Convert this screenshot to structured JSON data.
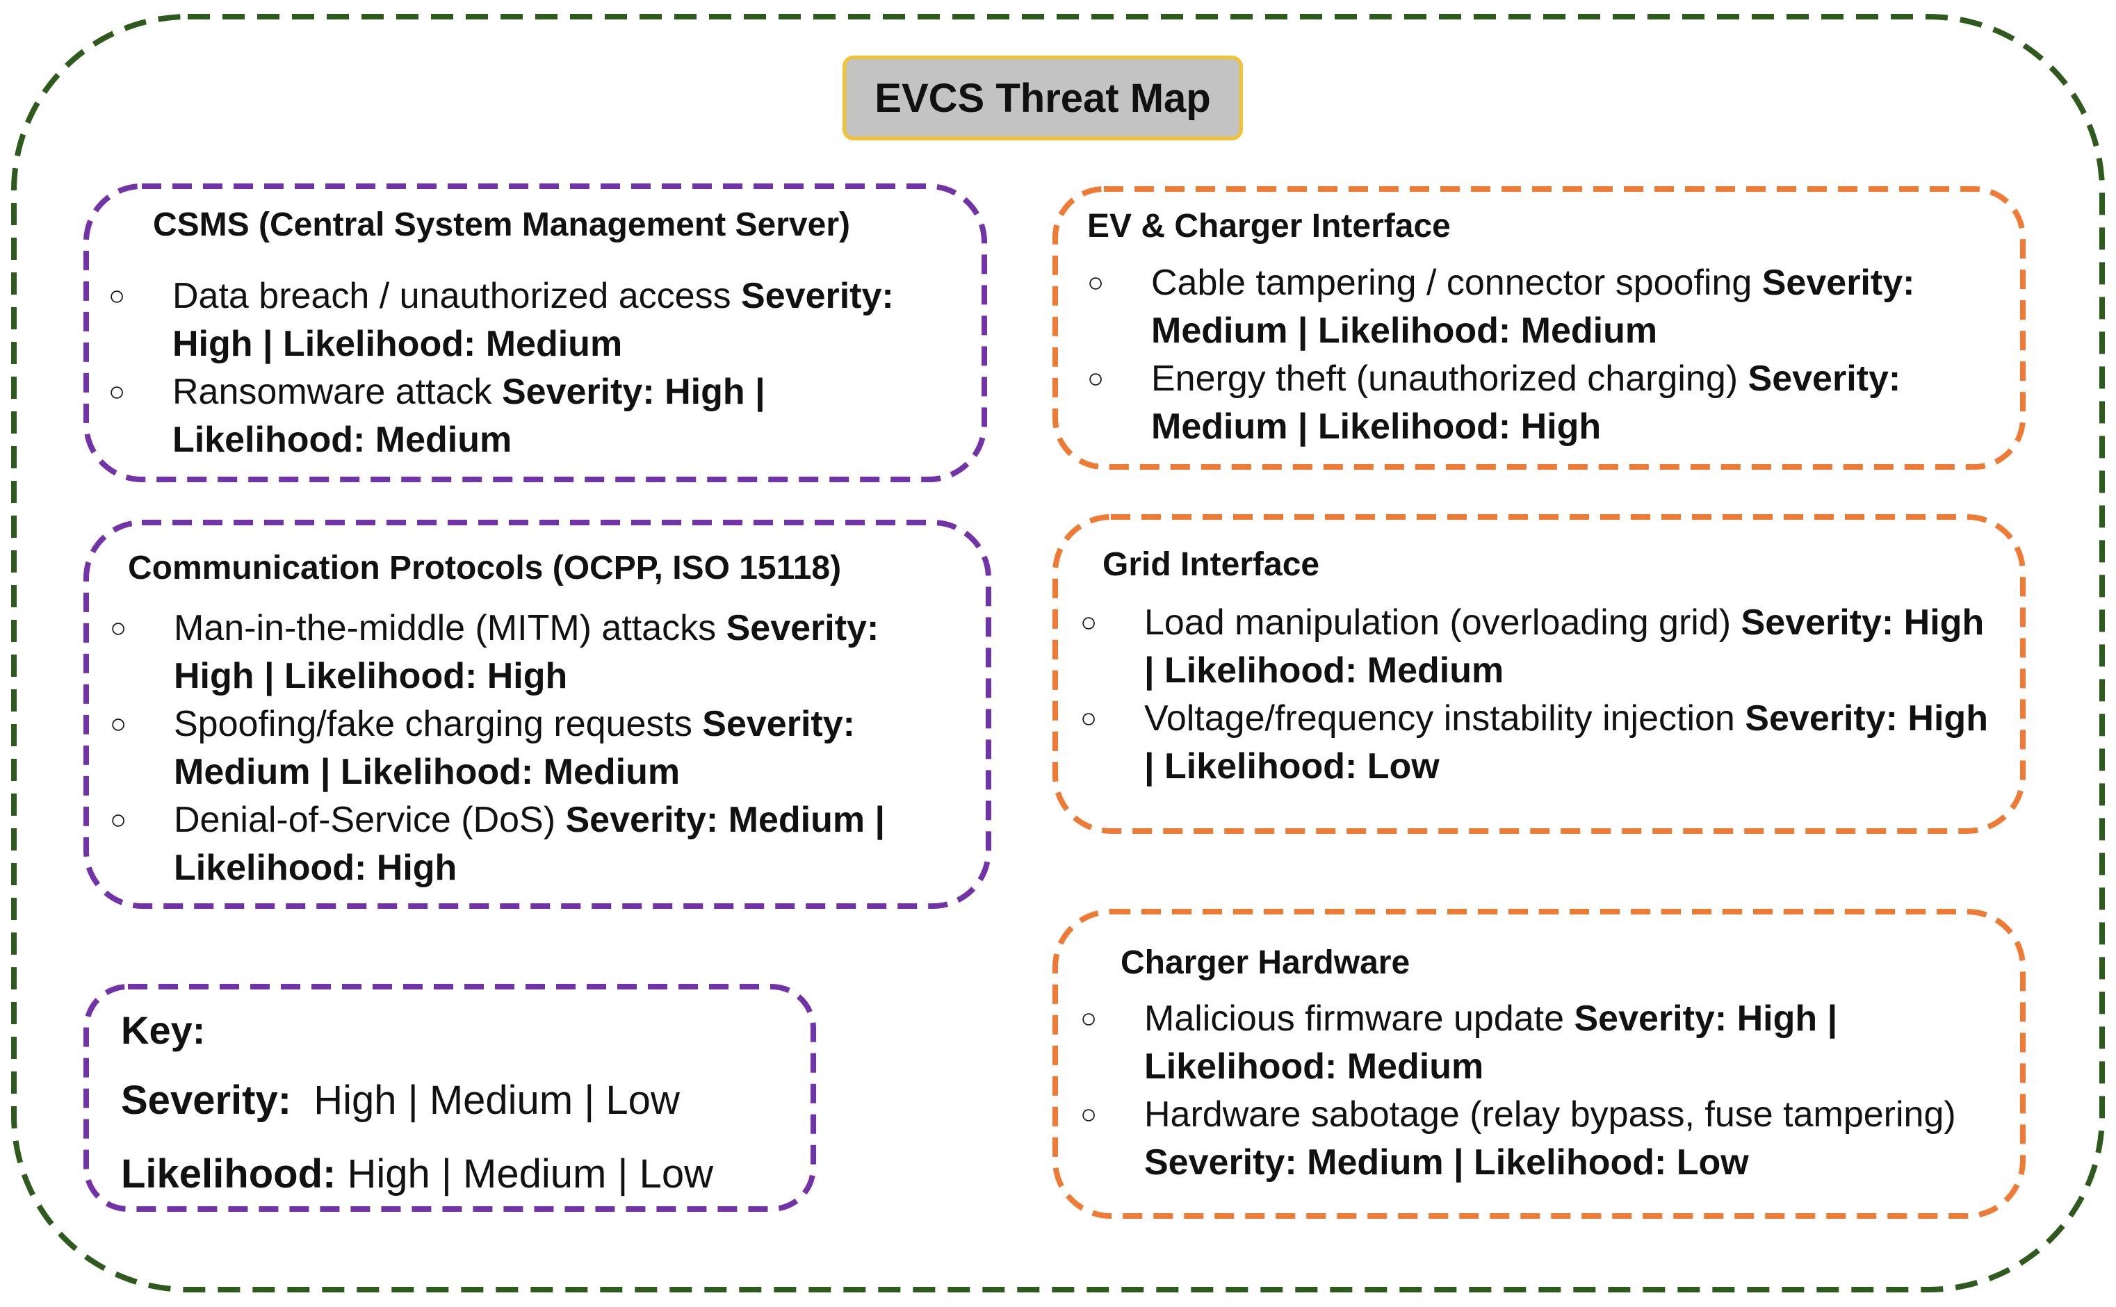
{
  "title": "EVCS Threat Map",
  "colors": {
    "outer_frame": "#2f5a1d",
    "software_boxes": "#7232a8",
    "physical_boxes": "#ee7a33",
    "title_fill": "#c3c3c3",
    "title_border": "#f2c230"
  },
  "bullet_symbol": "○",
  "boxes": {
    "csms": {
      "heading": "CSMS (Central System Management Server)",
      "items": [
        {
          "text": "Data breach / unauthorized access ",
          "rating": "Severity: High | Likelihood: Medium"
        },
        {
          "text": "Ransomware attack ",
          "rating": "Severity: High | Likelihood: Medium"
        }
      ]
    },
    "comm": {
      "heading": "Communication Protocols (OCPP, ISO 15118)",
      "items": [
        {
          "text": "Man-in-the-middle (MITM) attacks ",
          "rating": "Severity: High | Likelihood: High"
        },
        {
          "text": "Spoofing/fake charging requests ",
          "rating": "Severity: Medium | Likelihood: Medium"
        },
        {
          "text": "Denial-of-Service (DoS) ",
          "rating": "Severity: Medium | Likelihood: High"
        }
      ]
    },
    "ev": {
      "heading": "EV & Charger Interface",
      "items": [
        {
          "text": "Cable tampering / connector spoofing ",
          "rating": "Severity: Medium | Likelihood: Medium"
        },
        {
          "text": "Energy theft (unauthorized charging) ",
          "rating": "Severity: Medium | Likelihood: High"
        }
      ]
    },
    "grid": {
      "heading": "Grid Interface",
      "items": [
        {
          "text": "Load manipulation (overloading grid) ",
          "rating": "Severity: High | Likelihood: Medium"
        },
        {
          "text": "Voltage/frequency instability injection ",
          "rating": "Severity: High | Likelihood: Low"
        }
      ]
    },
    "hardware": {
      "heading": "Charger Hardware",
      "items": [
        {
          "text": "Malicious firmware update ",
          "rating": "Severity: High | Likelihood: Medium"
        },
        {
          "text": "Hardware sabotage (relay bypass, fuse tampering) ",
          "rating": "Severity: Medium | Likelihood: Low"
        }
      ]
    }
  },
  "key": {
    "title": "Key:",
    "severity_label": "Severity:",
    "severity_values": "High | Medium | Low",
    "likelihood_label": "Likelihood:",
    "likelihood_values": "High | Medium | Low"
  }
}
